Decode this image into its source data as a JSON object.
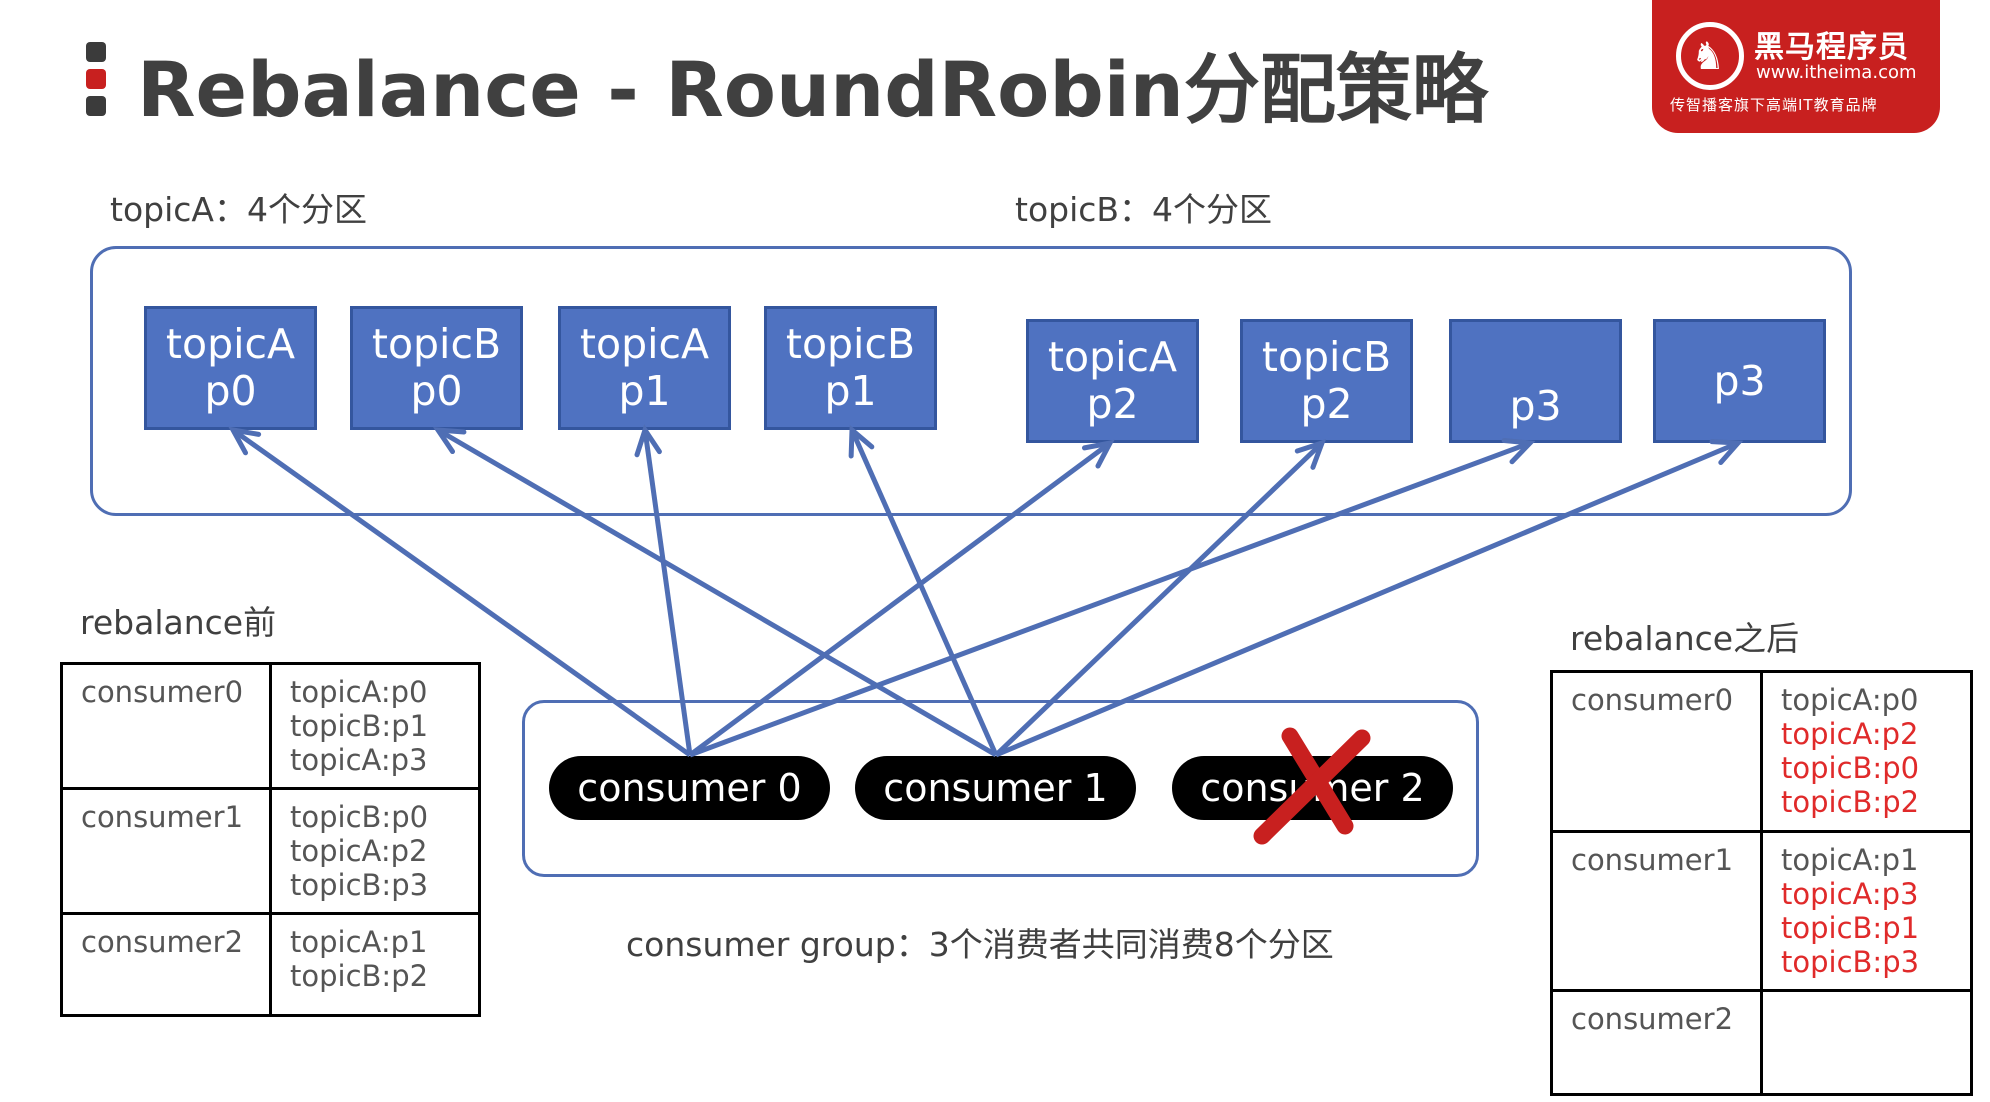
{
  "title": "Rebalance - RoundRobin分配策略",
  "colors": {
    "accent_red": "#c8201f",
    "partition_fill": "#4f72c1",
    "arrow": "#4f6eb4",
    "moved": "#e02a2a"
  },
  "logo": {
    "name": "黑马程序员",
    "url": "www.itheima.com",
    "slogan": "传智播客旗下高端IT教育品牌"
  },
  "labels": {
    "topicA": "topicA：4个分区",
    "topicB": "topicB：4个分区",
    "group": "consumer group：3个消费者共同消费8个分区",
    "before": "rebalance前",
    "after": "rebalance之后"
  },
  "partitions": [
    {
      "line1": "topicA",
      "line2": "p0"
    },
    {
      "line1": "topicB",
      "line2": "p0"
    },
    {
      "line1": "topicA",
      "line2": "p1"
    },
    {
      "line1": "topicB",
      "line2": "p1"
    },
    {
      "line1": "topicA",
      "line2": "p2"
    },
    {
      "line1": "topicB",
      "line2": "p2"
    },
    {
      "line1": "",
      "line2": "p3"
    },
    {
      "line1": "p3",
      "line2": ""
    }
  ],
  "consumers": [
    {
      "label": "consumer 0",
      "removed": false
    },
    {
      "label": "consumer 1",
      "removed": false
    },
    {
      "label": "consumer 2",
      "removed": true
    }
  ],
  "before_table": [
    {
      "consumer": "consumer0",
      "items": [
        "topicA:p0",
        "topicB:p1",
        "topicA:p3"
      ]
    },
    {
      "consumer": "consumer1",
      "items": [
        "topicB:p0",
        "topicA:p2",
        "topicB:p3"
      ]
    },
    {
      "consumer": "consumer2",
      "items": [
        "topicA:p1",
        "topicB:p2"
      ]
    }
  ],
  "after_table": [
    {
      "consumer": "consumer0",
      "items": [
        {
          "text": "topicA:p0",
          "moved": false
        },
        {
          "text": "topicA:p2",
          "moved": true
        },
        {
          "text": "topicB:p0",
          "moved": true
        },
        {
          "text": "topicB:p2",
          "moved": true
        }
      ]
    },
    {
      "consumer": "consumer1",
      "items": [
        {
          "text": "topicA:p1",
          "moved": false
        },
        {
          "text": "topicA:p3",
          "moved": true
        },
        {
          "text": "topicB:p1",
          "moved": true
        },
        {
          "text": "topicB:p3",
          "moved": true
        }
      ]
    },
    {
      "consumer": "consumer2",
      "items": []
    }
  ],
  "arrows": [
    {
      "from": 0,
      "to": 0
    },
    {
      "from": 0,
      "to": 2
    },
    {
      "from": 0,
      "to": 4
    },
    {
      "from": 0,
      "to": 6
    },
    {
      "from": 1,
      "to": 1
    },
    {
      "from": 1,
      "to": 3
    },
    {
      "from": 1,
      "to": 5
    },
    {
      "from": 1,
      "to": 7
    }
  ]
}
